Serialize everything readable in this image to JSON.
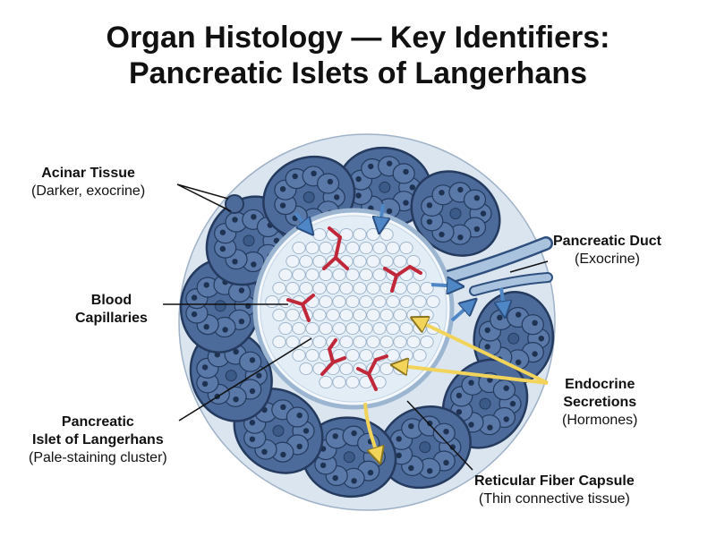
{
  "title": {
    "line1": "Organ Histology — Key Identifiers:",
    "line2": "Pancreatic Islets of Langerhans"
  },
  "labels": {
    "acinar": {
      "heading": "Acinar Tissue",
      "sub": "(Darker, exocrine)"
    },
    "duct": {
      "heading": "Pancreatic Duct",
      "sub": "(Exocrine)"
    },
    "capillaries": {
      "line1": "Blood",
      "line2": "Capillaries"
    },
    "endocrine": {
      "line1": "Endocrine",
      "line2": "Secretions",
      "sub": "(Hormones)"
    },
    "islet": {
      "line1": "Pancreatic",
      "line2": "Islet of Langerhans",
      "sub": "(Pale-staining cluster)"
    },
    "capsule": {
      "heading": "Reticular Fiber Capsule",
      "sub": "(Thin connective tissue)"
    }
  },
  "colors": {
    "acinar_fill": "#4c6b9a",
    "acinar_outline": "#243a5e",
    "islet_fill": "#e3edf6",
    "capillary": "#c0283a",
    "duct": "#5b8fc9",
    "hormone_arrow": "#f2d45a",
    "leader": "#111111"
  }
}
